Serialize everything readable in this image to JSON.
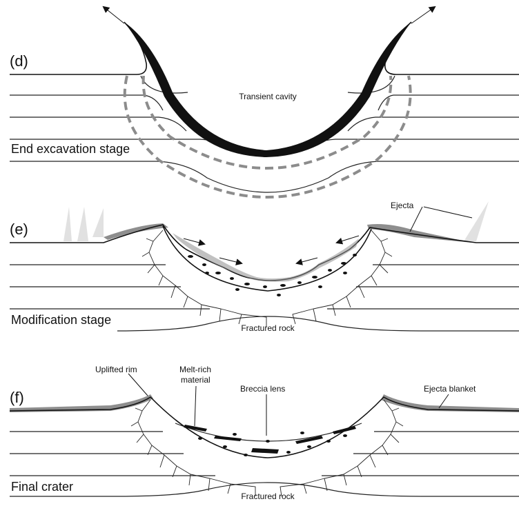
{
  "panels": {
    "d": {
      "letter": "(d)",
      "stage_title": "End excavation stage",
      "labels": {
        "cavity": "Transient cavity"
      }
    },
    "e": {
      "letter": "(e)",
      "stage_title": "Modification stage",
      "labels": {
        "ejecta": "Ejecta",
        "fractured": "Fractured rock"
      }
    },
    "f": {
      "letter": "(f)",
      "stage_title": "Final crater",
      "labels": {
        "uplifted_rim": "Uplifted rim",
        "melt_rich_line1": "Melt-rich",
        "melt_rich_line2": "material",
        "breccia": "Breccia lens",
        "ejecta_blanket": "Ejecta blanket",
        "fractured": "Fractured rock"
      }
    }
  },
  "colors": {
    "line": "#111111",
    "ejecta_grey": "#8e8e8e",
    "dashed_grey": "#8c8c8c"
  },
  "icons": [
    "arrow-icon",
    "fracture-network",
    "breccia-fragments"
  ]
}
